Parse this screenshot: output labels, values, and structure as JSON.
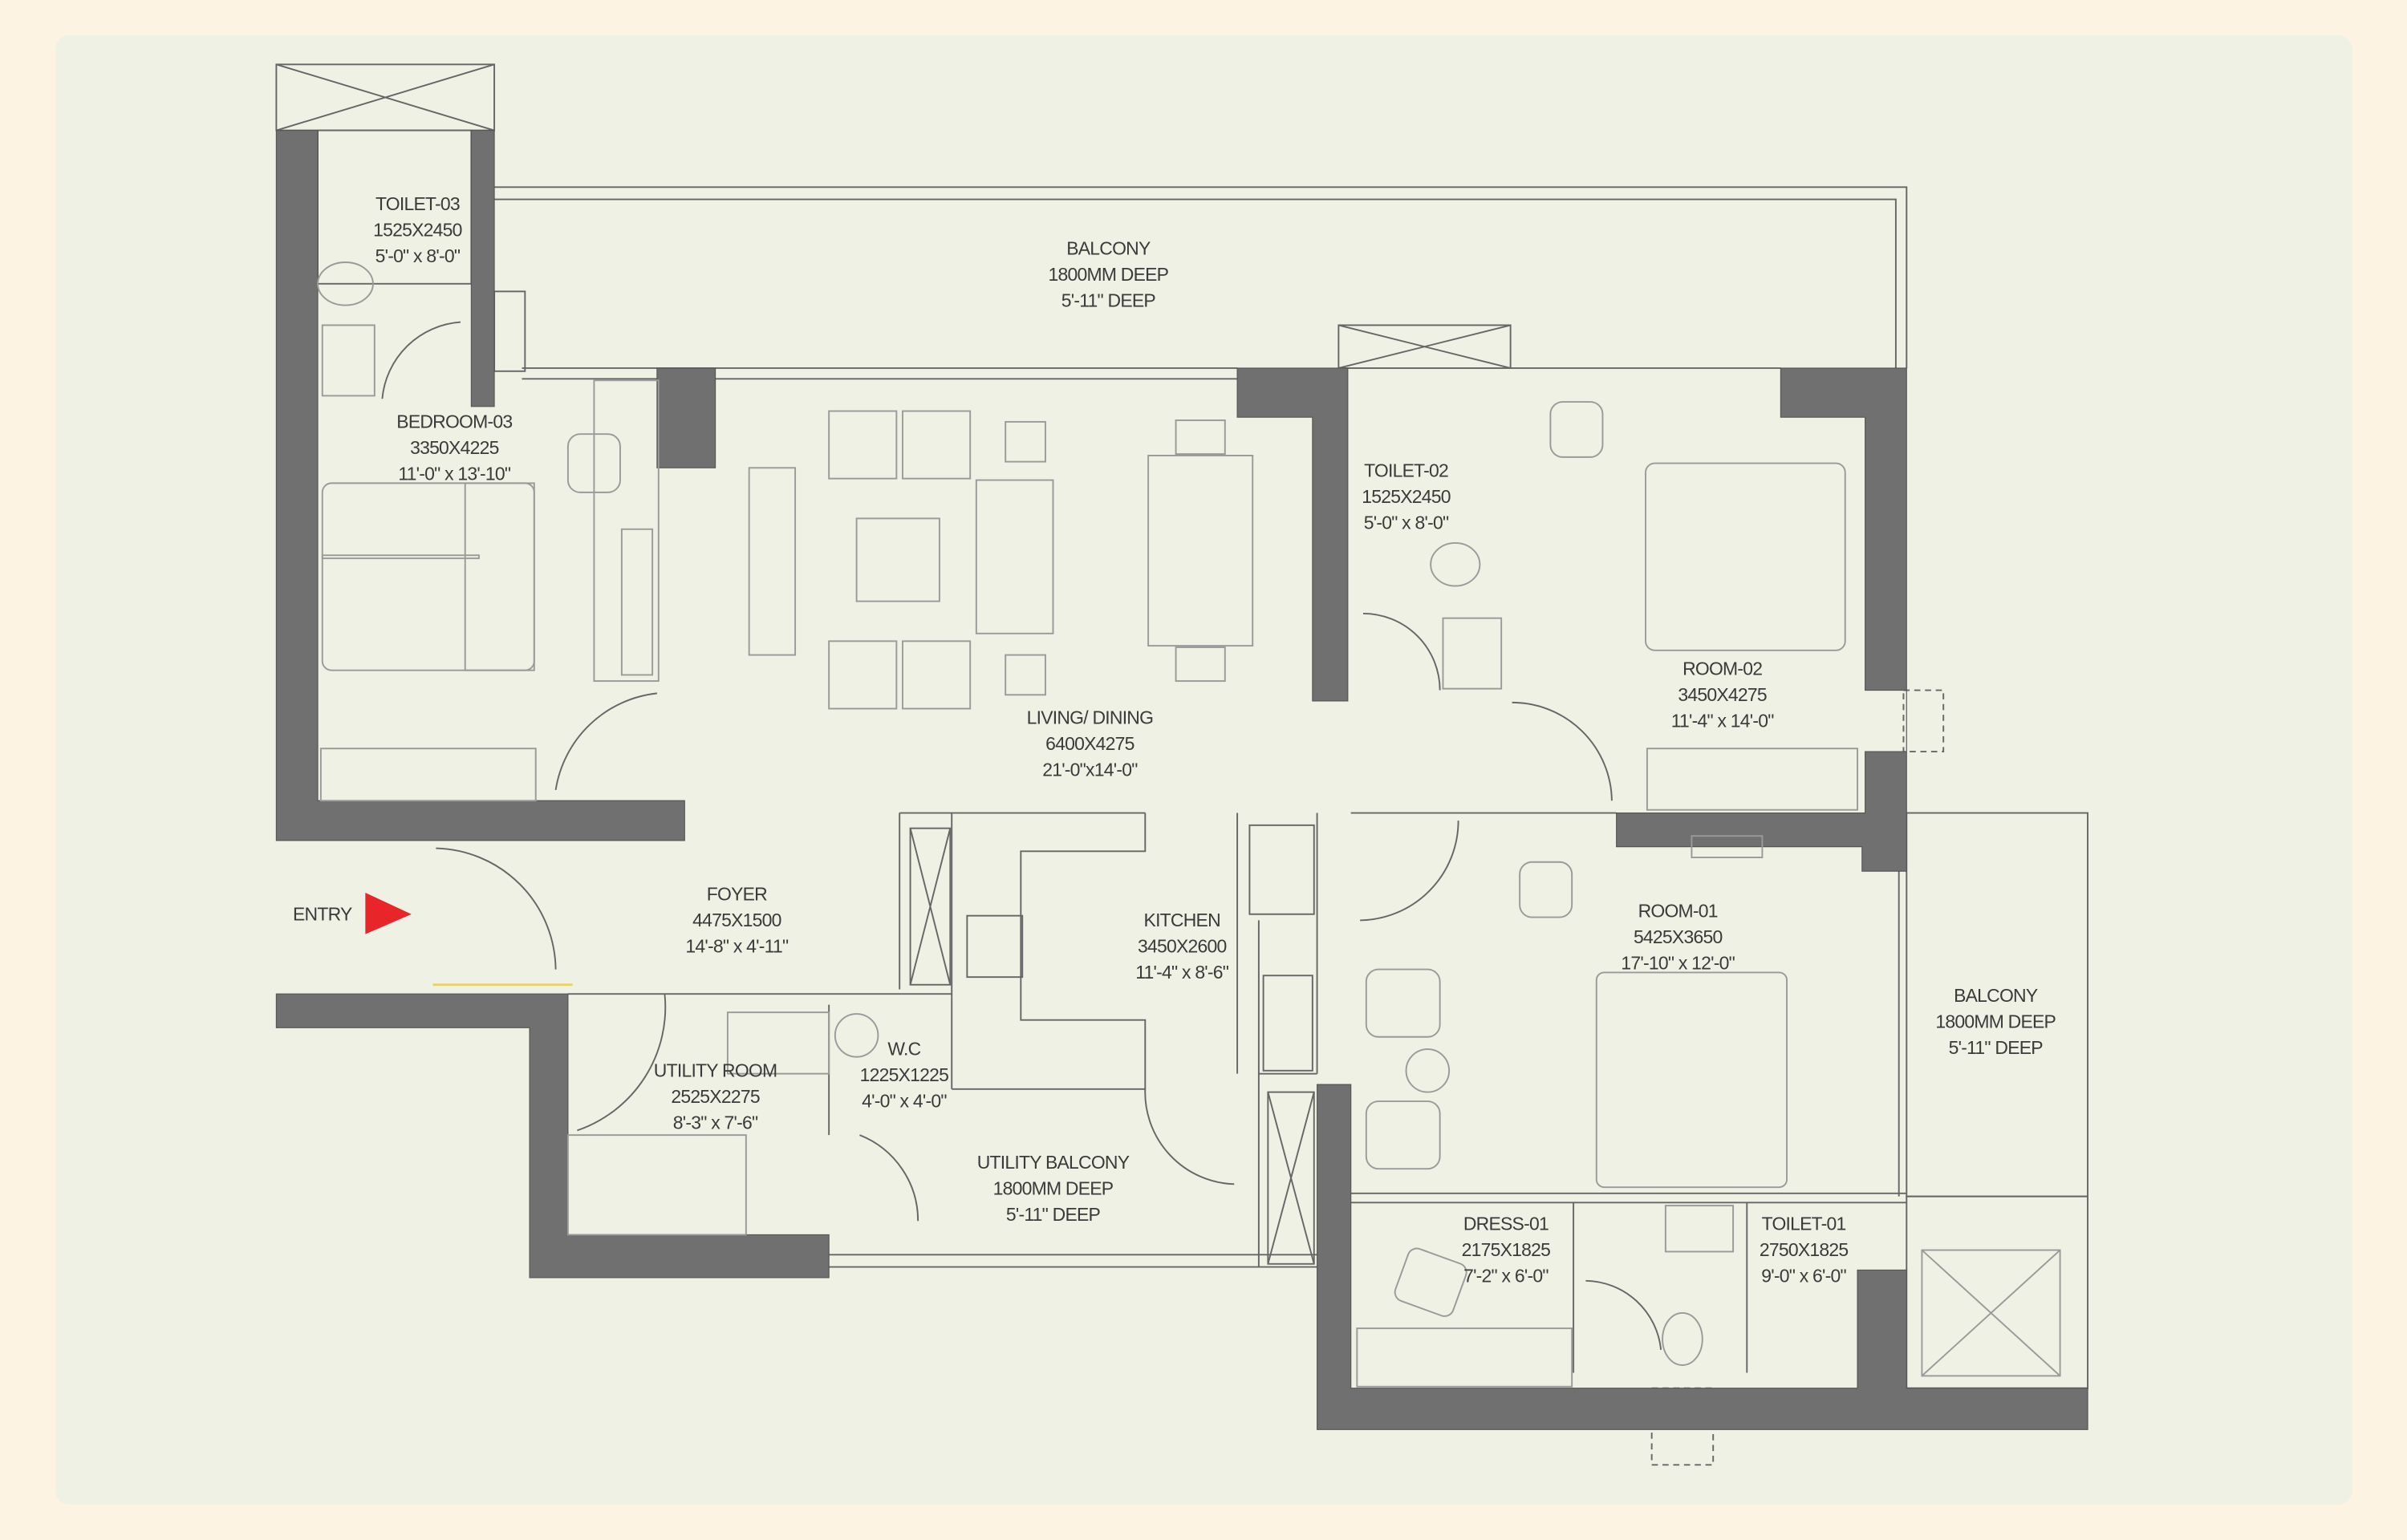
{
  "plan": {
    "entry_label": "ENTRY",
    "entry_marker_color": "#e8262a",
    "wall_color": "#707070",
    "background_color": "#eef1e4",
    "page_color": "#fdf3e3",
    "rooms": [
      {
        "name": "TOILET-03",
        "size_mm": "1525X2450",
        "size_ft": "5'-0\" x 8'-0\""
      },
      {
        "name": "BALCONY",
        "size_mm": "1800MM DEEP",
        "size_ft": "5'-11\" DEEP"
      },
      {
        "name": "BEDROOM-03",
        "size_mm": "3350X4225",
        "size_ft": "11'-0\" x 13'-10\""
      },
      {
        "name": "TOILET-02",
        "size_mm": "1525X2450",
        "size_ft": "5'-0\" x 8'-0\""
      },
      {
        "name": "ROOM-02",
        "size_mm": "3450X4275",
        "size_ft": "11'-4\" x 14'-0\""
      },
      {
        "name": "LIVING/ DINING",
        "size_mm": "6400X4275",
        "size_ft": "21'-0\"x14'-0\""
      },
      {
        "name": "FOYER",
        "size_mm": "4475X1500",
        "size_ft": "14'-8\" x 4'-11\""
      },
      {
        "name": "KITCHEN",
        "size_mm": "3450X2600",
        "size_ft": "11'-4\" x 8'-6\""
      },
      {
        "name": "ROOM-01",
        "size_mm": "5425X3650",
        "size_ft": "17'-10\" x 12'-0\""
      },
      {
        "name": "BALCONY",
        "size_mm": "1800MM DEEP",
        "size_ft": "5'-11\" DEEP"
      },
      {
        "name": "UTILITY ROOM",
        "size_mm": "2525X2275",
        "size_ft": "8'-3\" x 7'-6\""
      },
      {
        "name": "W.C",
        "size_mm": "1225X1225",
        "size_ft": "4'-0\" x 4'-0\""
      },
      {
        "name": "UTILITY BALCONY",
        "size_mm": "1800MM DEEP",
        "size_ft": "5'-11\" DEEP"
      },
      {
        "name": "DRESS-01",
        "size_mm": "2175X1825",
        "size_ft": "7'-2\" x 6'-0\""
      },
      {
        "name": "TOILET-01",
        "size_mm": "2750X1825",
        "size_ft": "9'-0\" x 6'-0\""
      }
    ]
  }
}
